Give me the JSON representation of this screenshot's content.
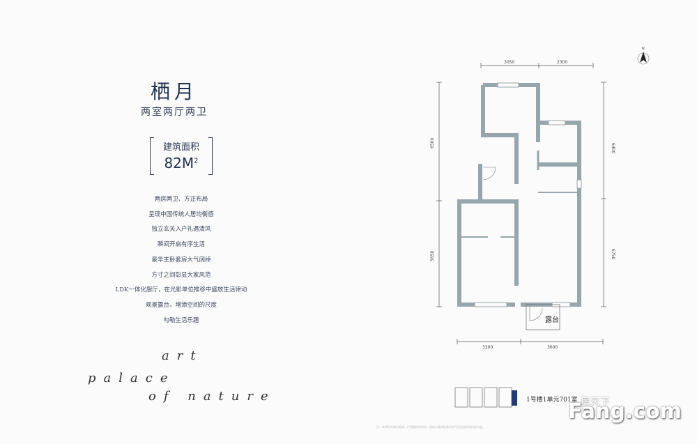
{
  "unit": {
    "name": "栖月",
    "layout": "两室两厅两卫",
    "area_label": "建筑面积",
    "area_value": "82M",
    "area_sup": "2"
  },
  "features": [
    "两房两卫、方正布局",
    "呈现中国传统人居均衡感",
    "独立玄关入户礼遇清风",
    "瞬间开启有序生活",
    "豪华主卧套房大气阔绰",
    "方寸之间彰显大家风范",
    "LDK一体化厨厅，在光影单位推移中盛放生活律动",
    "观景露台，增添空间的尺度",
    "勾勒生活乐趣"
  ],
  "tagline": {
    "line1": "art",
    "line2": "palace",
    "line3": "of nature"
  },
  "plan": {
    "dim_top_left": "3050",
    "dim_top_right": "2300",
    "dim_bottom_left": "3200",
    "dim_bottom_right": "3600",
    "dim_left_upper": "6500",
    "dim_left_lower": "5650",
    "dim_right_upper": "6400",
    "dim_right_lower": "6750",
    "terrace_label": "露台",
    "compass_label": "N"
  },
  "floor_label": "1号楼1单元701室",
  "watermark": {
    "brand": "Fang.com",
    "sub": "房天下"
  },
  "footnote": "注：本资料为要约邀请，户型图仅供参考，具体以政府批准的文件及买卖合同约定为准。"
}
